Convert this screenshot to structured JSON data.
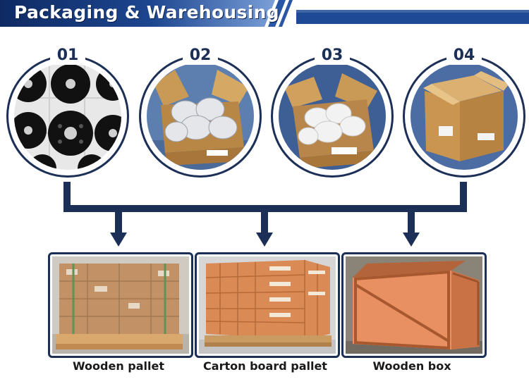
{
  "header": {
    "title": "Packaging & Warehousing",
    "colors": {
      "banner_dark": "#0f2a63",
      "banner_mid": "#1d4690",
      "banner_light": "#5f86c8"
    }
  },
  "steps": [
    {
      "number": "01",
      "subject": "black brake backing plates"
    },
    {
      "number": "02",
      "subject": "carton with wrapped parts"
    },
    {
      "number": "03",
      "subject": "carton with wrapped parts"
    },
    {
      "number": "04",
      "subject": "sealed carton"
    }
  ],
  "methods": [
    {
      "label": "Wooden pallet"
    },
    {
      "label": "Carton board pallet"
    },
    {
      "label": "Wooden box"
    }
  ],
  "colors": {
    "line": "#1c2f56"
  }
}
